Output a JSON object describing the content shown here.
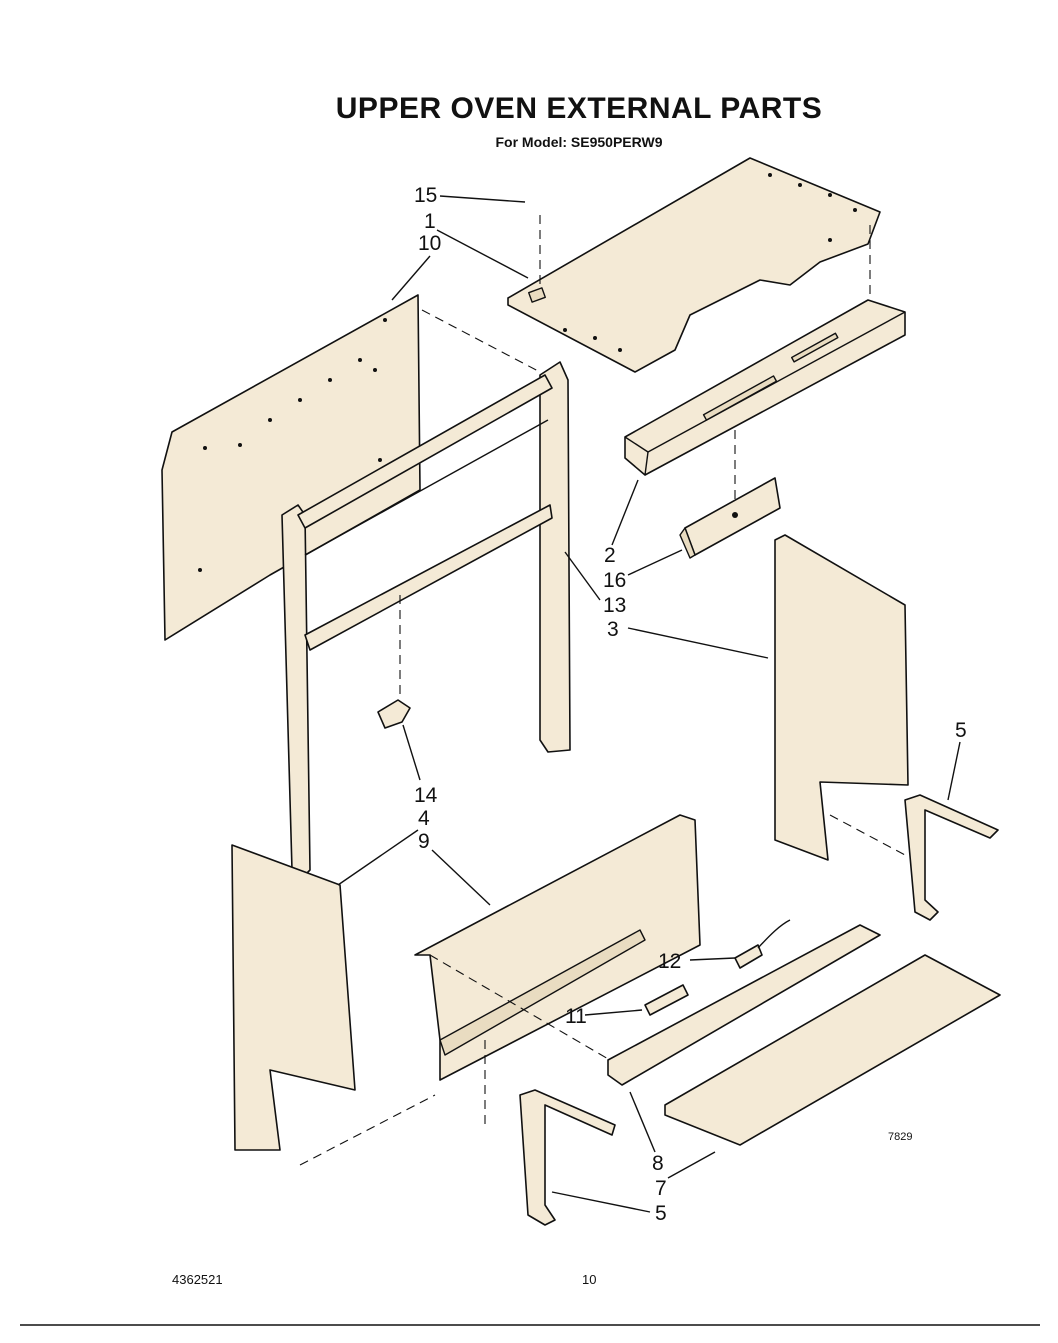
{
  "title": "UPPER OVEN EXTERNAL PARTS",
  "subtitle": "For Model: SE950PERW9",
  "drawing_code": "7829",
  "footer": {
    "doc_number": "4362521",
    "page_number": "10"
  },
  "callouts": [
    "15",
    "1",
    "10",
    "2",
    "16",
    "13",
    "3",
    "5",
    "14",
    "4",
    "9",
    "12",
    "11",
    "8",
    "7",
    "5"
  ],
  "colors": {
    "ink": "#111111",
    "paper": "#ffffff",
    "part_fill": "#f4ead6"
  }
}
